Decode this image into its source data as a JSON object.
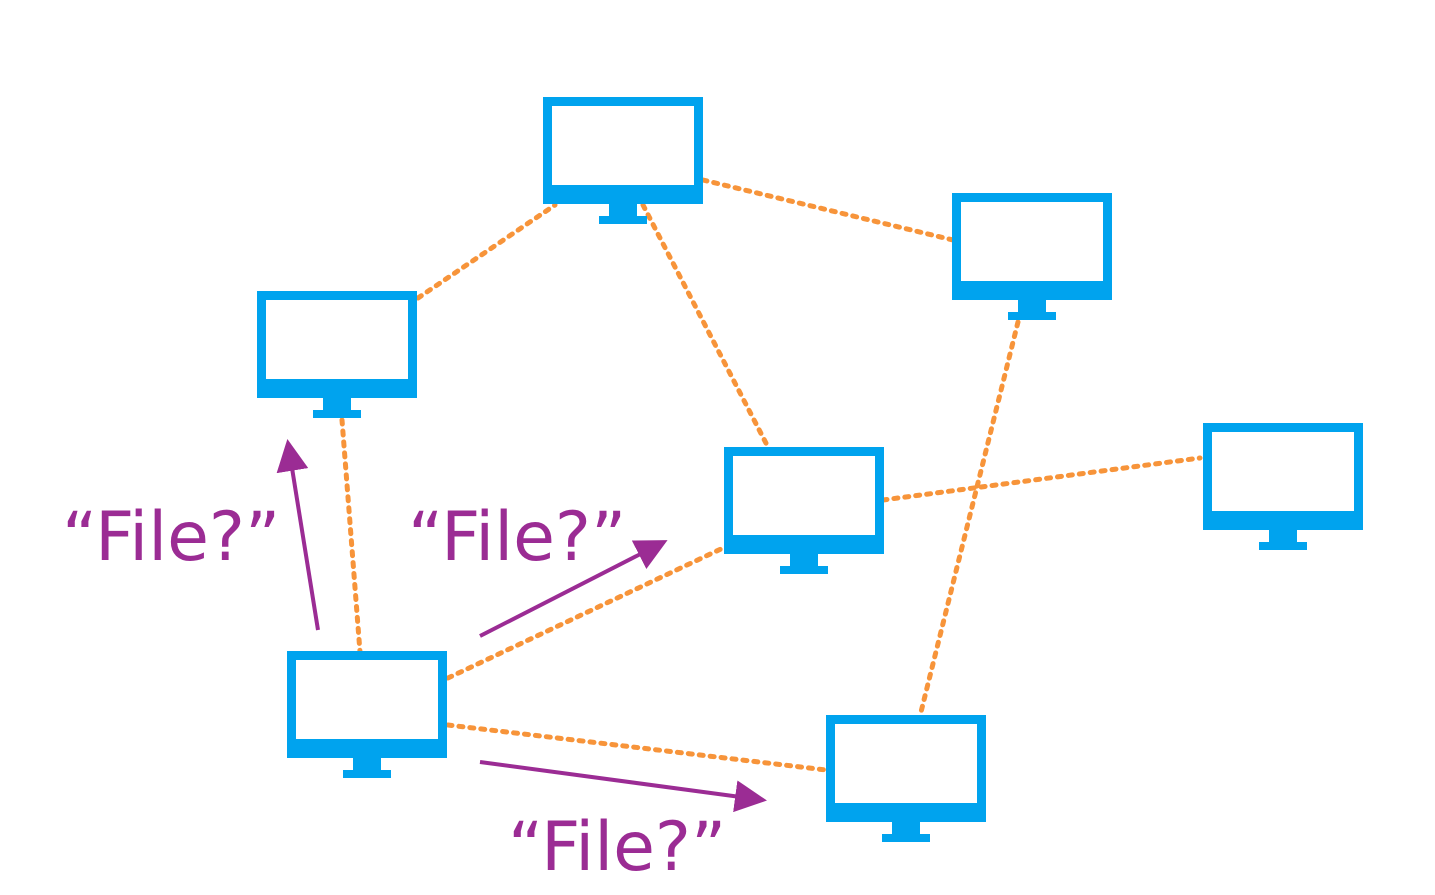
{
  "diagram": {
    "colors": {
      "computer": "#00a3ee",
      "link": "#f7943a",
      "query": "#9b2c94"
    },
    "nodes": [
      {
        "id": "top-center",
        "icon": "monitor-icon"
      },
      {
        "id": "top-right",
        "icon": "monitor-icon"
      },
      {
        "id": "mid-left",
        "icon": "monitor-icon"
      },
      {
        "id": "center",
        "icon": "monitor-icon"
      },
      {
        "id": "far-right",
        "icon": "monitor-icon"
      },
      {
        "id": "bottom-left",
        "icon": "monitor-icon"
      },
      {
        "id": "bottom-center",
        "icon": "monitor-icon"
      }
    ],
    "links": [
      {
        "from": "mid-left",
        "to": "top-center"
      },
      {
        "from": "top-center",
        "to": "top-right"
      },
      {
        "from": "top-center",
        "to": "center"
      },
      {
        "from": "top-right",
        "to": "bottom-center"
      },
      {
        "from": "center",
        "to": "far-right"
      },
      {
        "from": "mid-left",
        "to": "bottom-left"
      },
      {
        "from": "bottom-left",
        "to": "center"
      },
      {
        "from": "bottom-left",
        "to": "bottom-center"
      }
    ],
    "queries": [
      {
        "label": "“File?”",
        "from": "bottom-left",
        "to": "mid-left"
      },
      {
        "label": "“File?”",
        "from": "bottom-left",
        "to": "center"
      },
      {
        "label": "“File?”",
        "from": "bottom-left",
        "to": "bottom-center"
      }
    ]
  }
}
